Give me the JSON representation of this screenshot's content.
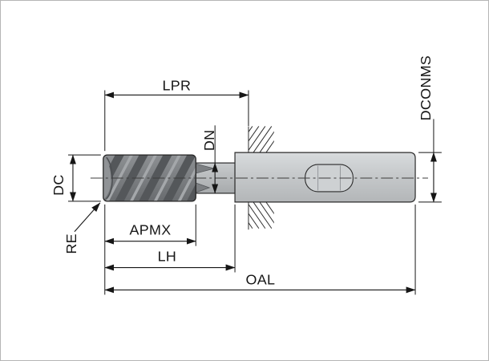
{
  "drawing": {
    "labels": {
      "lpr": "LPR",
      "dn": "DN",
      "dconms": "DCONMS",
      "dc": "DC",
      "re": "RE",
      "apmx": "APMX",
      "lh": "LH",
      "oal": "OAL"
    },
    "colors": {
      "background": "#ffffff",
      "frame_border": "#b5b5b5",
      "line": "#161616",
      "shank_fill": "#c4c7c9",
      "neck_fill": "#b8bbbd",
      "flute_dark": "#54575a",
      "flute_base": "#7c7f82",
      "flute_light": "#a4a7aa"
    }
  }
}
